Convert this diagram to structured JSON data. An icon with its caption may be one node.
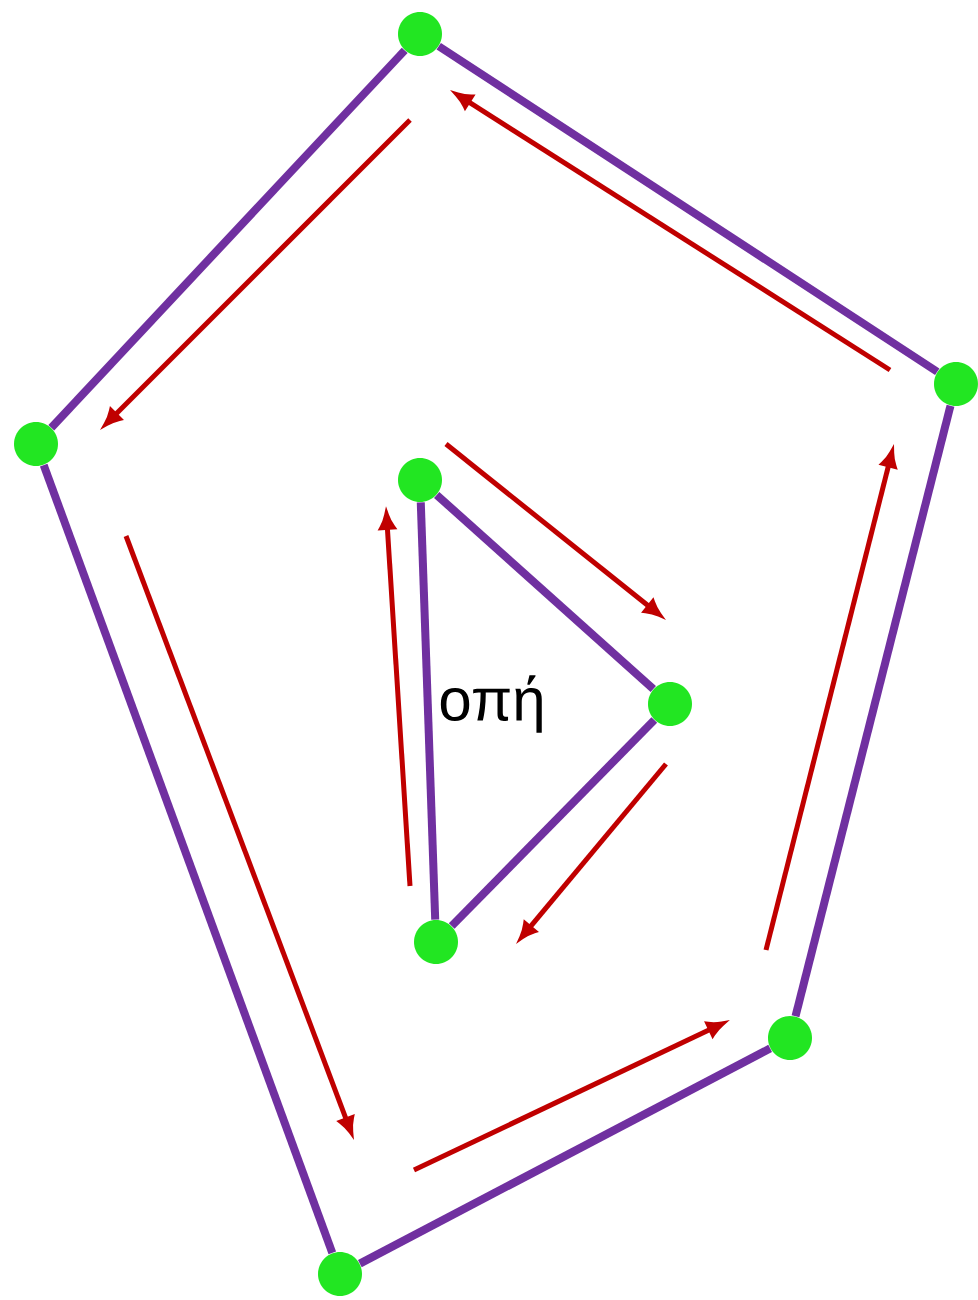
{
  "diagram": {
    "nodes": [
      {
        "text": [],
        "shape": "circle"
      },
      {
        "text": [],
        "shape": "circle"
      },
      {
        "text": [],
        "shape": "circle"
      },
      {
        "text": [],
        "shape": "circle"
      },
      {
        "text": [],
        "shape": "circle"
      },
      {
        "text": [],
        "shape": "circle"
      },
      {
        "text": [],
        "shape": "circle"
      },
      {
        "text": [],
        "shape": "circle"
      }
    ],
    "edges": [
      {
        "from": 0,
        "to": 1,
        "arrow": "none"
      },
      {
        "from": 1,
        "to": 6,
        "arrow": "none"
      },
      {
        "from": 6,
        "to": 7,
        "arrow": "none"
      },
      {
        "from": 7,
        "to": 2,
        "arrow": "none"
      },
      {
        "from": 2,
        "to": 0,
        "arrow": "none"
      },
      {
        "from": 3,
        "to": 4,
        "arrow": "none"
      },
      {
        "from": 4,
        "to": 5,
        "arrow": "none"
      },
      {
        "from": 5,
        "to": 3,
        "arrow": "none"
      }
    ],
    "labels": [
      "οπή"
    ]
  }
}
